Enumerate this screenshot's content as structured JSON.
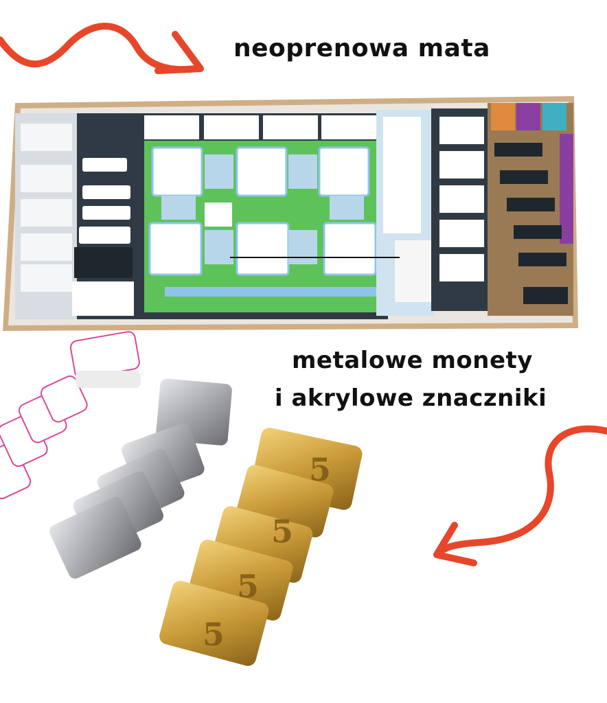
{
  "captions": {
    "mat": "neoprenowa mata",
    "coins_line1": "metalowe monety",
    "coins_line2": "i akrylowe znaczniki"
  },
  "colors": {
    "arrow": "#e8462a",
    "mat_border": "#c9a57a",
    "mat_green": "#5ec25a",
    "mat_dark": "#2f3a44",
    "mat_blue": "#8fc4e8",
    "mat_purple": "#8a3fa0",
    "coin_silver": "#b9babd",
    "coin_gold": "#caa045",
    "token_pink": "#d9469a"
  },
  "icons": [
    "arrow-top-left-icon",
    "arrow-bottom-right-icon"
  ],
  "coin_symbol": "5"
}
